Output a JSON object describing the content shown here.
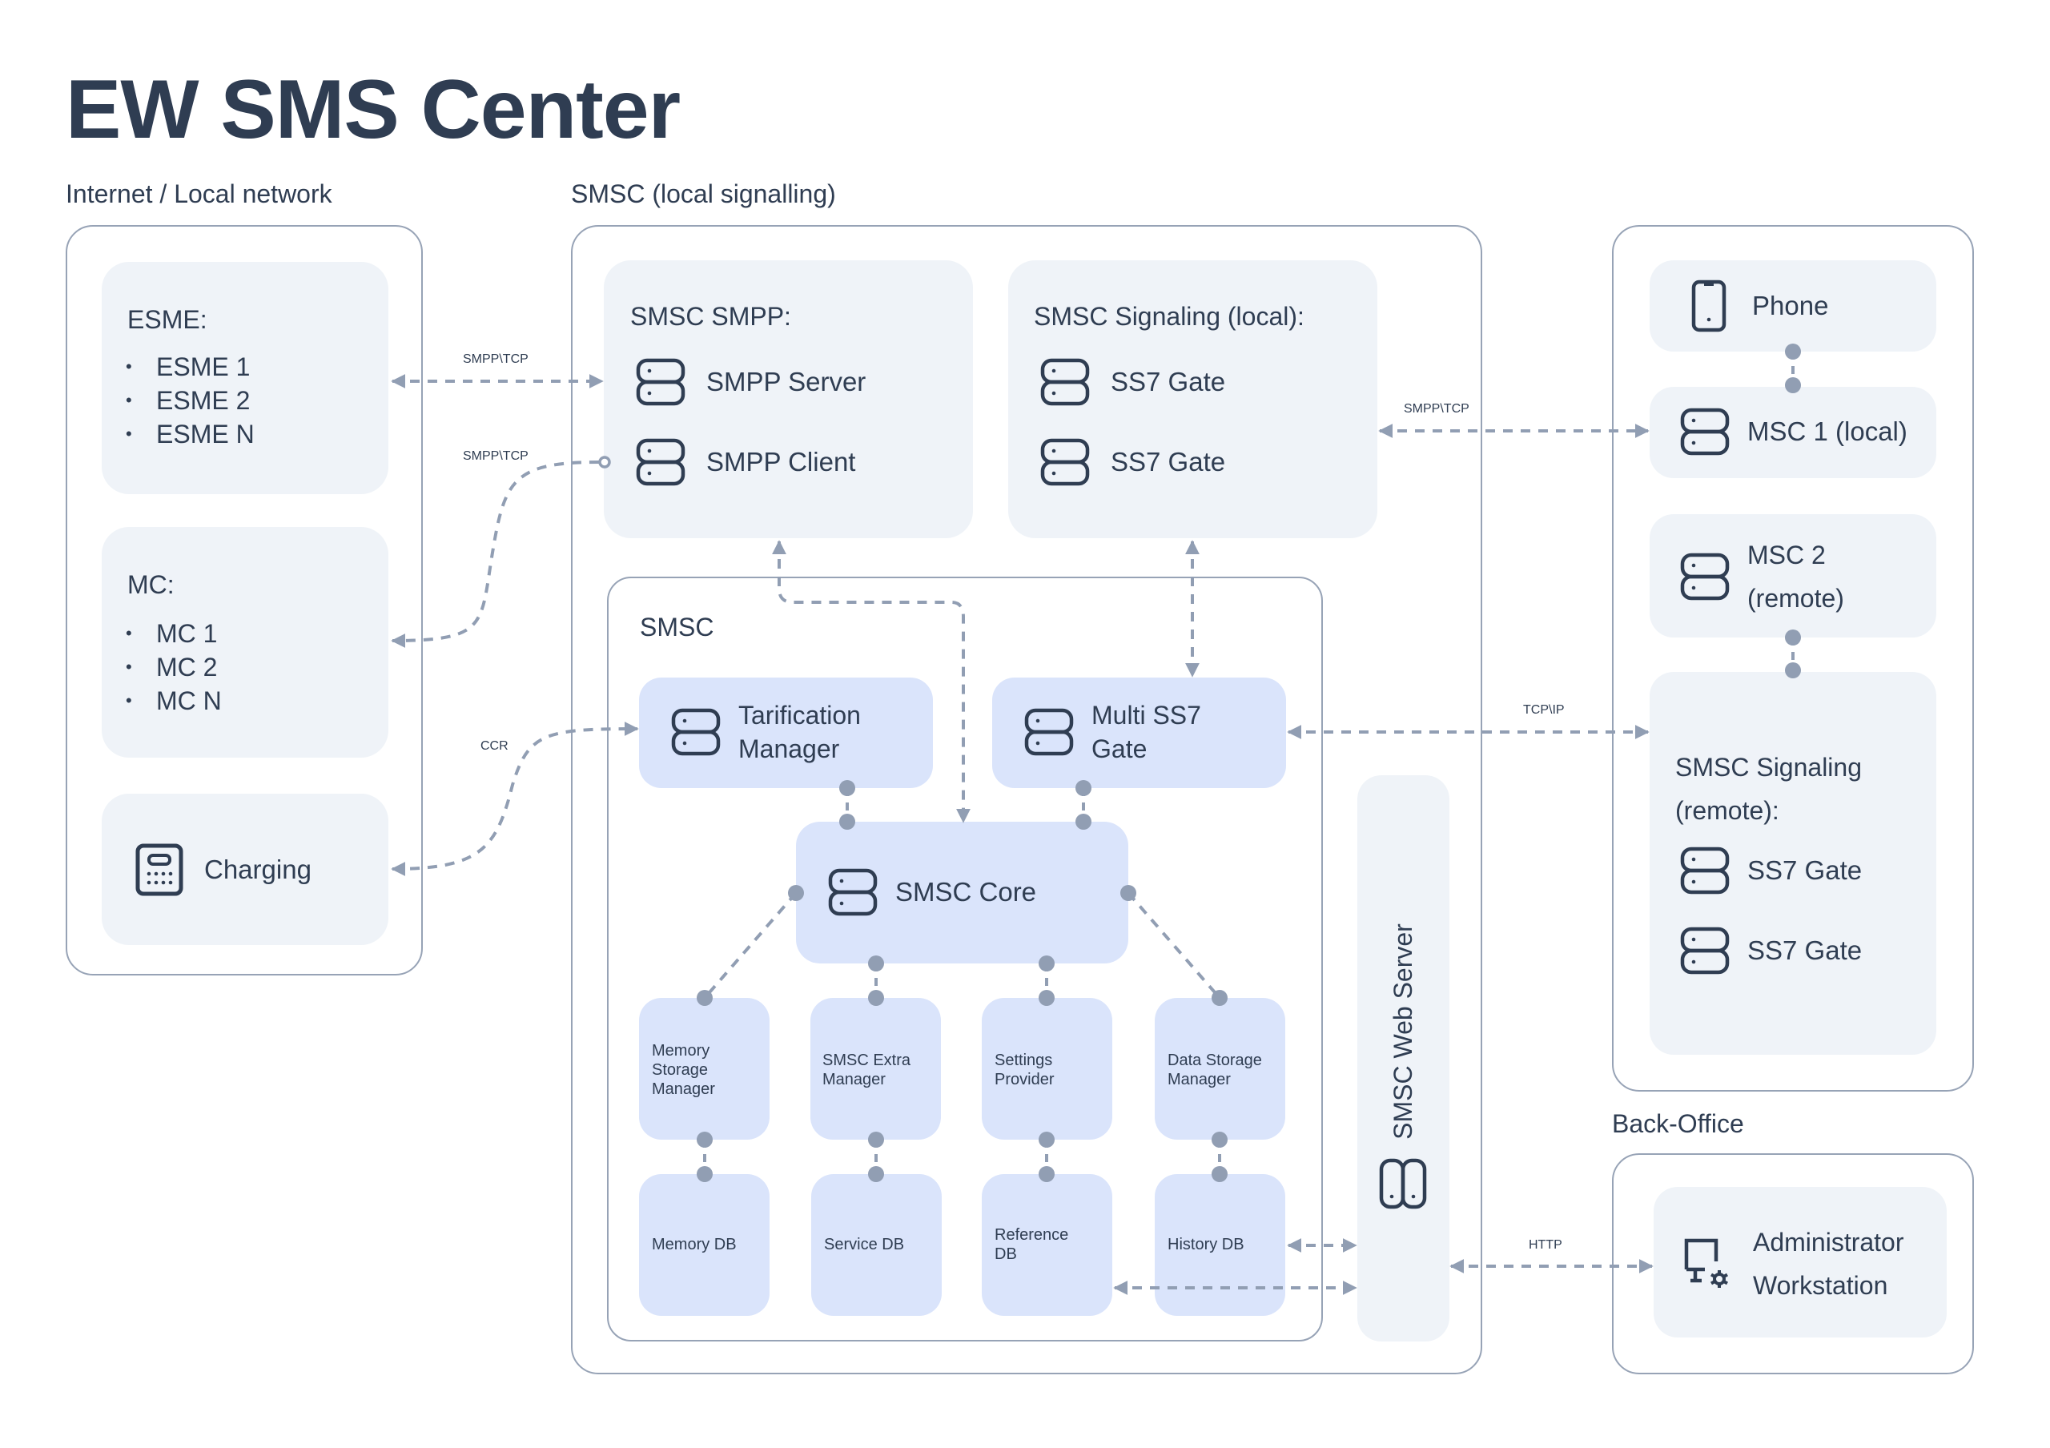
{
  "title": "EW SMS Center",
  "sections": {
    "internet": "Internet / Local network",
    "smsc_local": "SMSC (local signalling)",
    "back_office": "Back-Office"
  },
  "internet": {
    "esme": {
      "heading": "ESME:",
      "items": [
        "ESME 1",
        "ESME 2",
        "ESME N"
      ]
    },
    "mc": {
      "heading": "MC:",
      "items": [
        "MC 1",
        "MC 2",
        "MC N"
      ]
    },
    "charging": {
      "label": "Charging",
      "icon": "calculator-icon"
    }
  },
  "smsc_local": {
    "smpp": {
      "heading": "SMSC SMPP:",
      "items": [
        {
          "label": "SMPP Server",
          "icon": "server-icon"
        },
        {
          "label": "SMPP Client",
          "icon": "server-icon"
        }
      ]
    },
    "signaling": {
      "heading": "SMSC Signaling (local):",
      "items": [
        {
          "label": "SS7 Gate",
          "icon": "server-icon"
        },
        {
          "label": "SS7 Gate",
          "icon": "server-icon"
        }
      ]
    },
    "smsc": {
      "heading": "SMSC",
      "tarification": {
        "line1": "Tarification",
        "line2": "Manager"
      },
      "multi_ss7": {
        "line1": "Multi SS7",
        "line2": "Gate"
      },
      "core": "SMSC Core",
      "managers": [
        {
          "lines": [
            "Memory",
            "Storage",
            "Manager"
          ]
        },
        {
          "lines": [
            "SMSC Extra",
            "Manager"
          ]
        },
        {
          "lines": [
            "Settings",
            "Provider"
          ]
        },
        {
          "lines": [
            "Data Storage",
            "Manager"
          ]
        }
      ],
      "databases": [
        {
          "lines": [
            "Memory DB"
          ]
        },
        {
          "lines": [
            "Service DB"
          ]
        },
        {
          "lines": [
            "Reference",
            "DB"
          ]
        },
        {
          "lines": [
            "History DB"
          ]
        }
      ]
    },
    "web_server": "SMSC Web Server"
  },
  "remote": {
    "phone": "Phone",
    "msc1": "MSC 1 (local)",
    "msc2": {
      "line1": "MSC 2",
      "line2": "(remote)"
    },
    "signaling": {
      "line1": "SMSC Signaling",
      "line2": "(remote):",
      "items": [
        "SS7 Gate",
        "SS7 Gate"
      ]
    }
  },
  "back_office": {
    "admin": {
      "line1": "Administrator",
      "line2": "Workstation",
      "icon": "monitor-gear-icon"
    }
  },
  "connections": {
    "esme_smpp": "SMPP\\TCP",
    "mc_smpp": "SMPP\\TCP",
    "charging_ccr": "CCR",
    "signaling_msc": "SMPP\\TCP",
    "multi_ss7_remote": "TCP\\IP",
    "web_admin": "HTTP"
  },
  "colors": {
    "text": "#2f3d52",
    "border": "#97a3b6",
    "card": "#eff3f8",
    "card_blue": "#dae4fb",
    "connector": "#919eb3"
  }
}
